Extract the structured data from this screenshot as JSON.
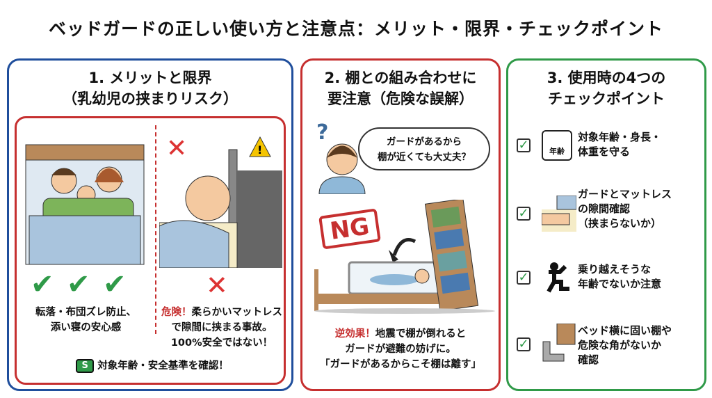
{
  "title": "ベッドガードの正しい使い方と注意点：メリット・限界・チェックポイント",
  "panel1": {
    "title_line1": "1. メリットと限界",
    "title_line2": "（乳幼児の挟まりリスク）",
    "merit_text_line1": "転落・布団ズレ防止、",
    "merit_text_line2": "添い寝の安心感",
    "danger_label": "危険！",
    "danger_line1": "柔らかいマットレス",
    "danger_line2": "で隙間に挟まる事故。",
    "danger_line3": "100%安全ではない！",
    "sg_mark": "S",
    "footer": "対象年齢・安全基準を確認！"
  },
  "panel2": {
    "title_line1": "2. 棚との組み合わせに",
    "title_line2": "要注意（危険な誤解）",
    "question_mark": "?",
    "bubble_line1": "ガードがあるから",
    "bubble_line2": "棚が近くても大丈夫？",
    "ng_stamp": "NG",
    "warn_label": "逆効果！",
    "warn_line1": "地震で棚が倒れると",
    "warn_line2": "ガードが避難の妨げに。",
    "warn_line3": "「ガードがあるからこそ棚は離す」"
  },
  "panel3": {
    "title_line1": "3. 使用時の4つの",
    "title_line2": "チェックポイント",
    "items": [
      {
        "line1": "対象年齢・身長・",
        "line2": "体重を守る",
        "line3": "",
        "icon_label": "年齢"
      },
      {
        "line1": "ガードとマットレス",
        "line2": "の隙間確認",
        "line3": "（挟まらないか）"
      },
      {
        "line1": "乗り越えそうな",
        "line2": "年齢でないか注意",
        "line3": ""
      },
      {
        "line1": "ベッド横に固い棚や",
        "line2": "危険な角がないか",
        "line3": "確認"
      }
    ]
  },
  "colors": {
    "blue": "#1f4e9c",
    "red": "#c62f2f",
    "green": "#2f9a48"
  }
}
